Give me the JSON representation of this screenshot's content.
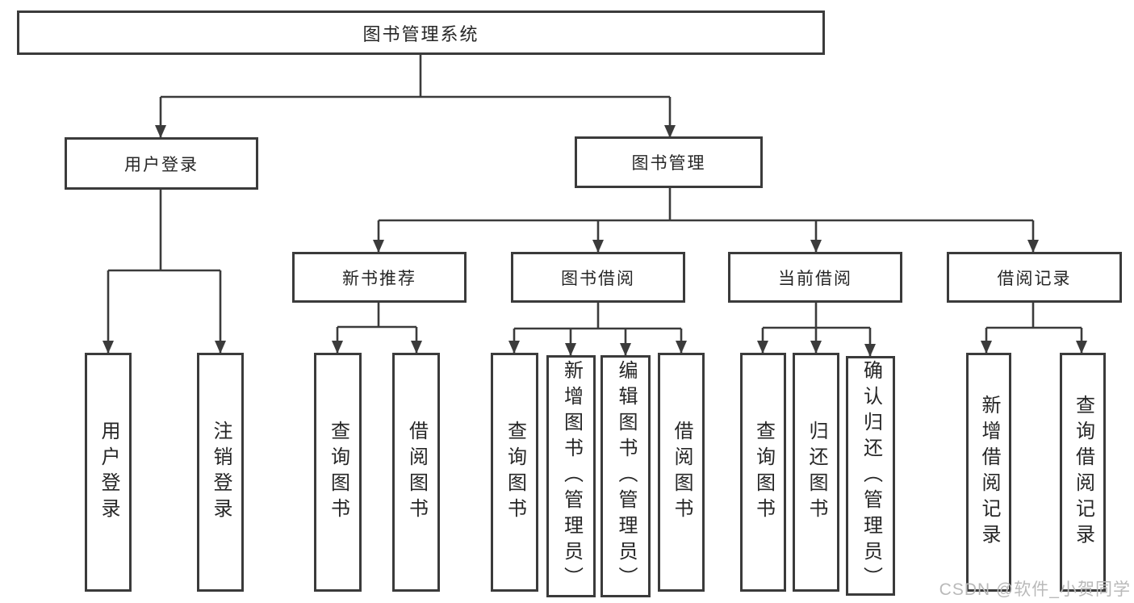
{
  "colors": {
    "line": "#3b3b3b",
    "text": "#262626",
    "background": "#ffffff",
    "watermark": "#b9b9b9"
  },
  "watermark": "CSDN @软件_小贺同学",
  "tree": {
    "root": {
      "label": "图书管理系统",
      "children": [
        {
          "label": "用户登录",
          "children": [
            {
              "label": "用户登录"
            },
            {
              "label": "注销登录"
            }
          ]
        },
        {
          "label": "图书管理",
          "children": [
            {
              "label": "新书推荐",
              "children": [
                {
                  "label": "查询图书"
                },
                {
                  "label": "借阅图书"
                }
              ]
            },
            {
              "label": "图书借阅",
              "children": [
                {
                  "label": "查询图书"
                },
                {
                  "label": "新增图书（管理员）"
                },
                {
                  "label": "编辑图书（管理员）"
                },
                {
                  "label": "借阅图书"
                }
              ]
            },
            {
              "label": "当前借阅",
              "children": [
                {
                  "label": "查询图书"
                },
                {
                  "label": "归还图书"
                },
                {
                  "label": "确认归还（管理员）"
                }
              ]
            },
            {
              "label": "借阅记录",
              "children": [
                {
                  "label": "新增借阅记录"
                },
                {
                  "label": "查询借阅记录"
                }
              ]
            }
          ]
        }
      ]
    }
  }
}
